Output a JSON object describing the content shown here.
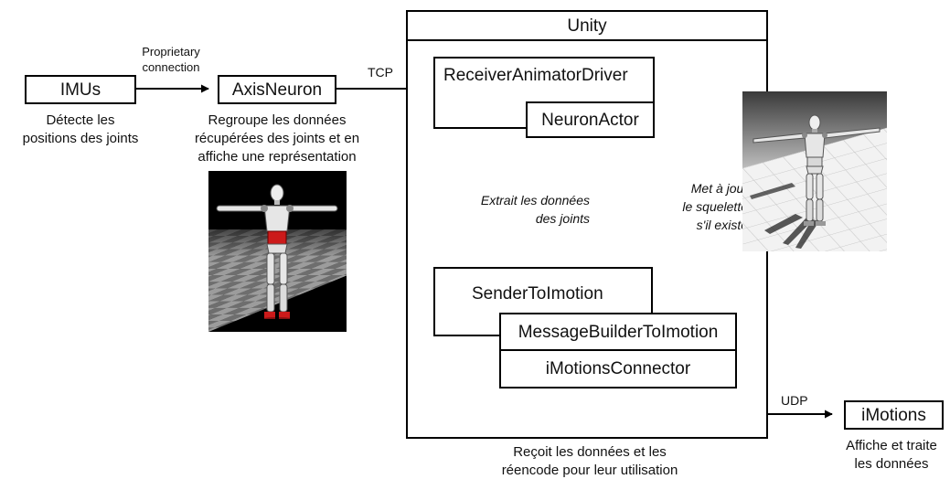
{
  "nodes": {
    "imus": {
      "label": "IMUs",
      "caption": [
        "Détecte les",
        "positions des joints"
      ]
    },
    "axisneuron": {
      "label": "AxisNeuron",
      "caption": [
        "Regroupe les données",
        "récupérées des joints et en",
        "affiche une représentation"
      ]
    },
    "unity": {
      "label": "Unity",
      "caption": [
        "Reçoit les données et les",
        "réencode pour leur utilisation"
      ]
    },
    "receiver": {
      "label": "ReceiverAnimatorDriver"
    },
    "neuronactor": {
      "label": "NeuronActor"
    },
    "sender": {
      "label": "SenderToImotion"
    },
    "messagebuilder": {
      "label": "MessageBuilderToImotion"
    },
    "imotionsconnector": {
      "label": "iMotionsConnector"
    },
    "imotions": {
      "label": "iMotions",
      "caption": [
        "Affiche et traite",
        "les données"
      ]
    }
  },
  "edges": {
    "proprietary": [
      "Proprietary",
      "connection"
    ],
    "tcp": "TCP",
    "extract": [
      "Extrait les données",
      "des joints"
    ],
    "update": [
      "Met à jour",
      "le squelette",
      "s'il existe"
    ],
    "udp": "UDP"
  },
  "colors": {
    "line": "#000000",
    "floor_dark": "#6e6e6e",
    "floor_light": "#9c9c9c",
    "robot_white": "#eeeeee",
    "robot_red": "#cc1a1a"
  }
}
